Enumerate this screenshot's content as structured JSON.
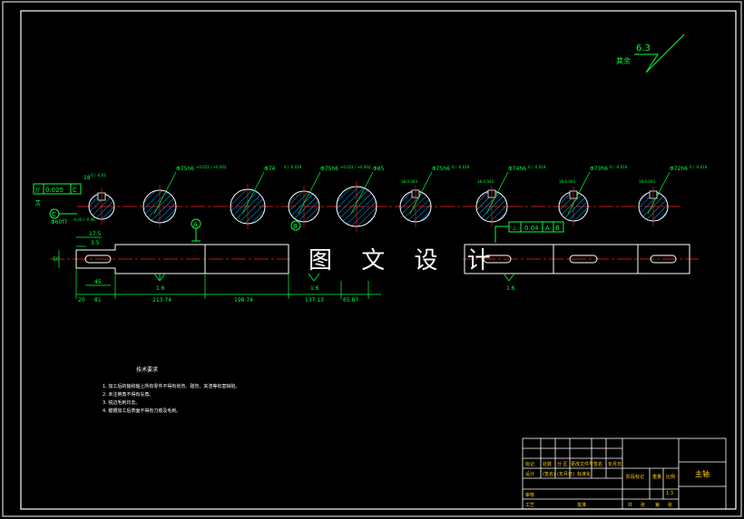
{
  "surface_finish": {
    "label": "其余",
    "value": "6.3"
  },
  "watermark": "图 文 设 计",
  "title_block": {
    "part_name": "主轴",
    "scale": "1:3",
    "row1": [
      "标记",
      "处数",
      "分 区",
      "更改文件号",
      "签名",
      "年月日"
    ],
    "row2": [
      "设计",
      "(签名)",
      "(年月日)",
      "标准化"
    ],
    "row3": [
      "审核",
      "",
      ""
    ],
    "row4": [
      "工艺",
      "",
      "批准"
    ],
    "stage_headers": [
      "阶段标记",
      "重量",
      "比例"
    ],
    "bottom": [
      "共",
      "张",
      "第",
      "张"
    ]
  },
  "tech_requirements": {
    "title": "技术要求",
    "items": [
      "1. 加工后的轴和轴上所有零件不得有划伤、碰伤、夹渣等有害缺陷。",
      "2. 未注倒角不得有尖角。",
      "3. 锐边毛刺均去。",
      "4. 键槽加工后表面不得有刀痕及毛刺。"
    ]
  },
  "section_labels": [
    {
      "text": "Φ75h6",
      "tol": "+0.021 / +0.002"
    },
    {
      "text": "Φ74",
      "tol": "0 / -0.019"
    },
    {
      "text": "Φ75h6",
      "tol": "+0.021 / +0.002"
    },
    {
      "text": "Φ85",
      "tol": ""
    },
    {
      "text": "Φ75h6",
      "tol": "0 / -0.019"
    },
    {
      "text": "Φ74h6",
      "tol": "0 / -0.019"
    },
    {
      "text": "Φ73h6",
      "tol": "0 / -0.019"
    },
    {
      "text": "Φ72h6",
      "tol": "0 / -0.019"
    }
  ],
  "key_labels": [
    "18-0.043",
    "18-0.043",
    "18-0.043",
    "18-0.043"
  ],
  "left_section": {
    "key_width": "18",
    "key_tol": "0 / -0.01",
    "diameter": "Φ60f7",
    "diameter_tol": "-0.03 / -0.06",
    "depth": "34"
  },
  "tolerance_frames": [
    {
      "symbol": "//",
      "value": "0.025",
      "datum": "C"
    },
    {
      "symbol": "⊥",
      "value": "0.04",
      "datum": "A",
      "datum2": "B"
    }
  ],
  "datums": [
    "A",
    "B",
    "C"
  ],
  "dimensions": {
    "top": [
      "17.5",
      "3.5"
    ],
    "left_height": "50",
    "key_len": "45",
    "bottom": [
      "20",
      "81",
      "213.74",
      "198.74",
      "137.13",
      "65.87"
    ]
  },
  "roughness": [
    "1.6",
    "1.6",
    "1.6"
  ],
  "colors": {
    "line": "#ffffff",
    "hatch": "#00aaff",
    "centerline": "#ff2020",
    "leader": "#00ff40",
    "dim": "#00ffff",
    "gold": "#ffd000"
  }
}
